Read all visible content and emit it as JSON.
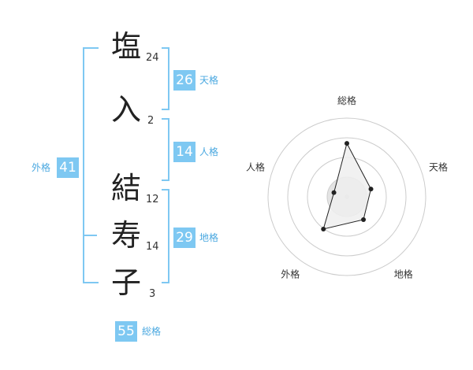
{
  "name_chars": [
    {
      "char": "塩",
      "strokes": "24"
    },
    {
      "char": "入",
      "strokes": "2"
    },
    {
      "char": "結",
      "strokes": "12"
    },
    {
      "char": "寿",
      "strokes": "14"
    },
    {
      "char": "子",
      "strokes": "3"
    }
  ],
  "fortunes": {
    "tenkaku": {
      "label": "天格",
      "value": "26"
    },
    "jinkaku": {
      "label": "人格",
      "value": "14"
    },
    "chikaku": {
      "label": "地格",
      "value": "29"
    },
    "gaikaku": {
      "label": "外格",
      "value": "41"
    },
    "soukaku": {
      "label": "総格",
      "value": "55"
    }
  },
  "colors": {
    "accent": "#7ec8f2",
    "accent_text": "#4aa8e0",
    "radar_fill": "#efefef",
    "radar_ring": "#cccccc",
    "radar_line": "#222222"
  },
  "chart_data": {
    "type": "radar",
    "axes": [
      "総格",
      "天格",
      "地格",
      "外格",
      "人格"
    ],
    "values": [
      55,
      26,
      29,
      41,
      14
    ],
    "rings": 4
  }
}
